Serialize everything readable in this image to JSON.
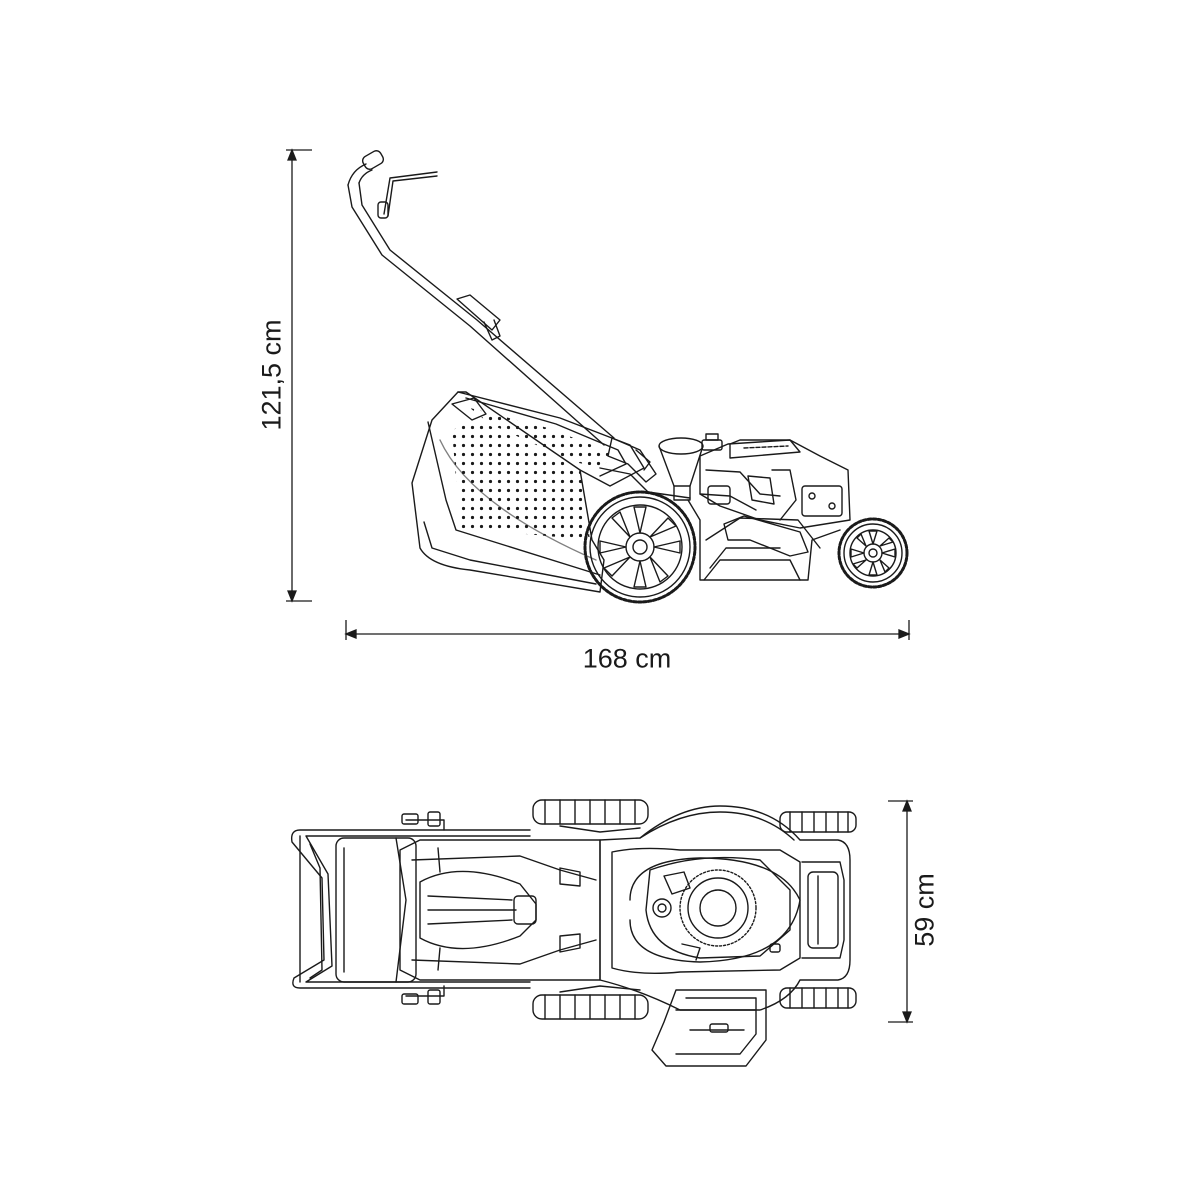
{
  "dimensions": {
    "height": "121,5 cm",
    "length": "168 cm",
    "width": "59 cm"
  },
  "colors": {
    "line": "#1a1a1a",
    "background": "#ffffff"
  }
}
